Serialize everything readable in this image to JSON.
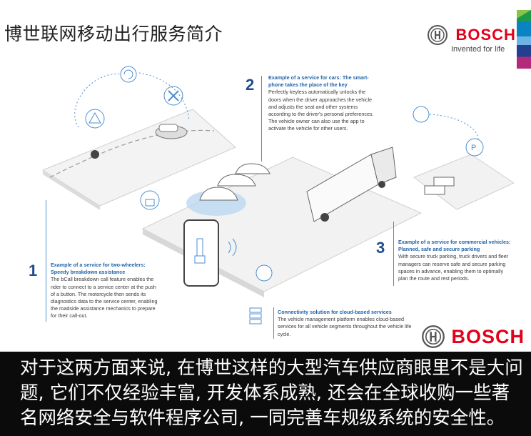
{
  "title": "博世联网移动出行服务简介",
  "brand": {
    "name": "BOSCH",
    "tagline": "Invented for life",
    "red": "#e2001a"
  },
  "illustration": {
    "sections": [
      {
        "number": "1",
        "heading": "Example of a service for two-wheelers: Speedy breakdown assistance",
        "body": "The bCall breakdown call feature enables the rider to connect to a service center at the push of a button. The motorcycle then sends its diagnostics data to the service center, enabling the roadside assistance mechanics to prepare for their call-out."
      },
      {
        "number": "2",
        "heading": "Example of a service for cars: The smart-phone takes the place of the key",
        "body": "Perfectly keyless automatically unlocks the doors when the driver approaches the vehicle and adjusts the seat and other systems according to the driver's personal preferences. The vehicle owner can also use the app to activate the vehicle for other users."
      },
      {
        "number": "3",
        "heading": "Example of a service for commercial vehicles: Planned, safe and secure parking",
        "body": "With secure truck parking, truck drivers and fleet managers can reserve safe and secure parking spaces in advance, enabling them to optimally plan the route and rest periods."
      },
      {
        "number": "",
        "heading": "Connectivity solution for cloud-based services",
        "body": "The vehicle management platform enables cloud-based services for all vehicle segments throughout the vehicle life cycle."
      }
    ],
    "icons": [
      "sync-icon",
      "wrench-screwdriver-icon",
      "warning-icon",
      "lock-icon",
      "parking-icon",
      "server-icon",
      "smartphone-key-icon"
    ],
    "accent": "#4c8fcf"
  },
  "caption": "对于这两方面来说, 在博世这样的大型汽车供应商眼里不是大问题, 它们不仅经验丰富, 开发体系成熟, 还会在全球收购一些著名网络安全与软件程序公司, 一同完善车规级系统的安全性。"
}
